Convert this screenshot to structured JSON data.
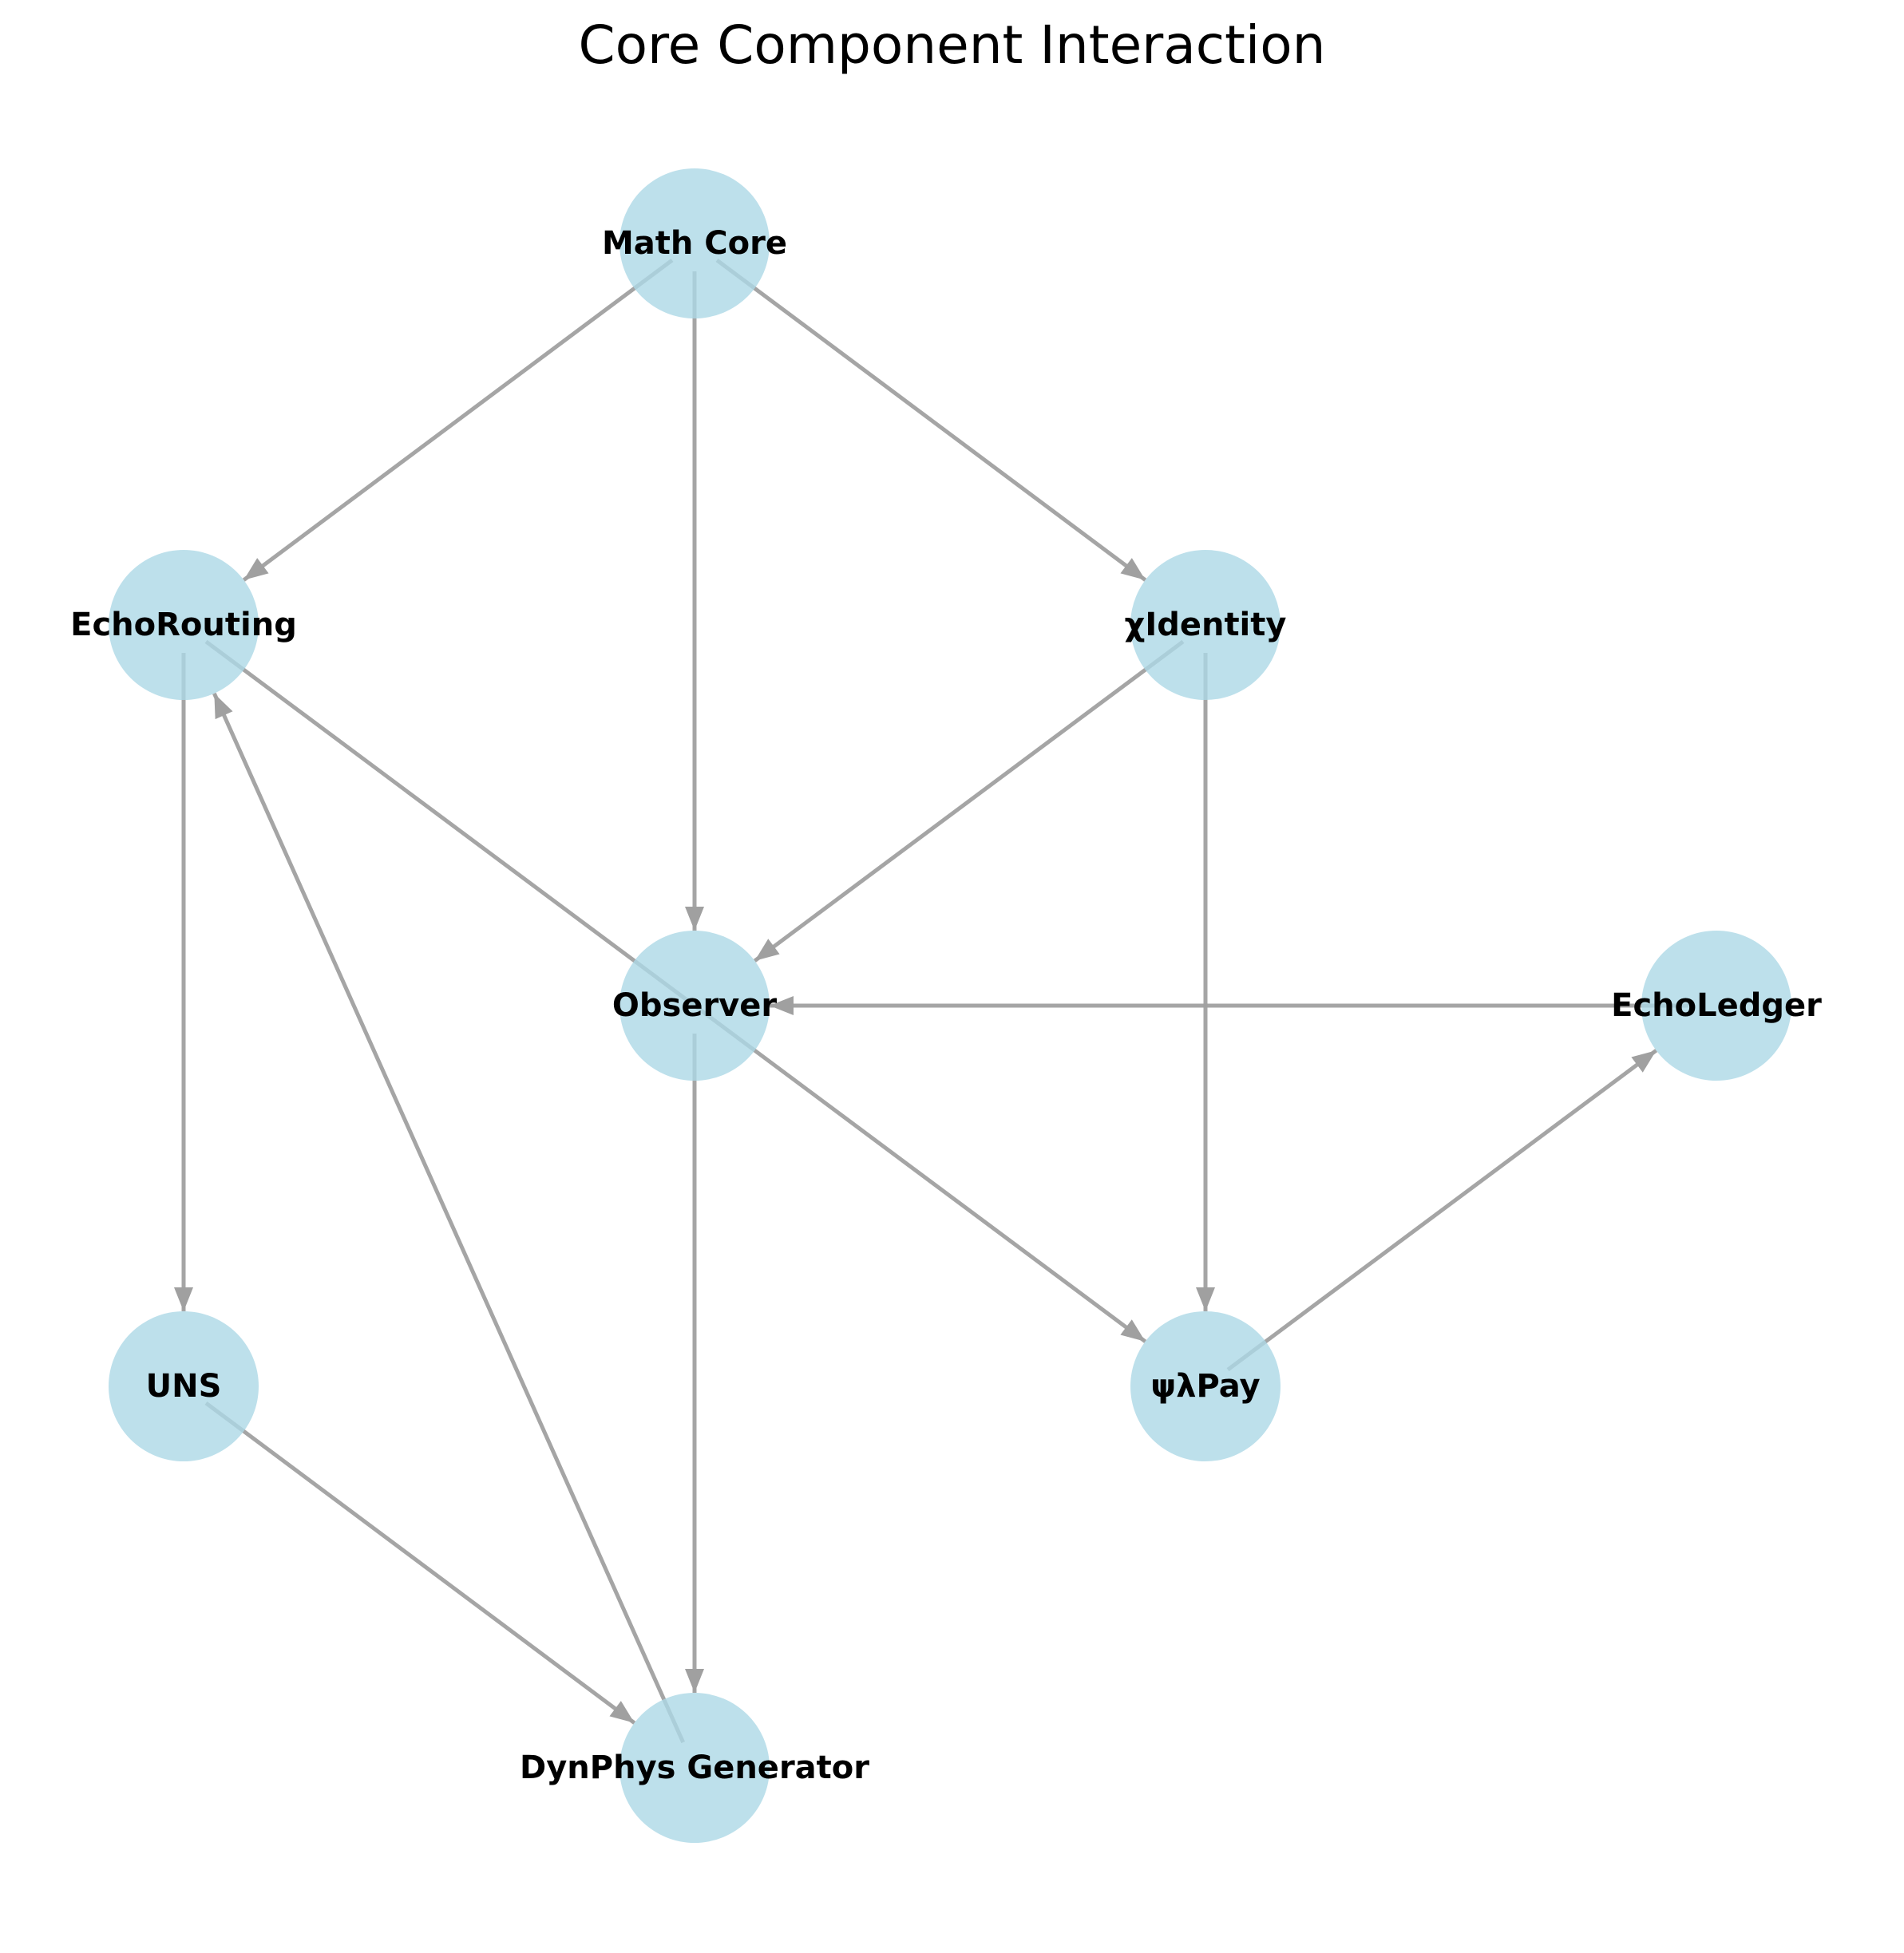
{
  "title": "Core Component Interaction",
  "colors": {
    "node_fill": "#add8e6",
    "edge": "#a0a0a0",
    "label": "#000000"
  },
  "nodes": [
    {
      "id": "math_core",
      "label": "Math Core"
    },
    {
      "id": "echo_routing",
      "label": "EchoRouting"
    },
    {
      "id": "chi_identity",
      "label": "χIdentity"
    },
    {
      "id": "observer",
      "label": "Observer"
    },
    {
      "id": "echo_ledger",
      "label": "EchoLedger"
    },
    {
      "id": "uns",
      "label": "UNS"
    },
    {
      "id": "psi_lambda_pay",
      "label": "ψλPay"
    },
    {
      "id": "dynphys",
      "label": "DynPhys Generator"
    }
  ],
  "edges": [
    {
      "from": "math_core",
      "to": "echo_routing"
    },
    {
      "from": "math_core",
      "to": "observer"
    },
    {
      "from": "math_core",
      "to": "chi_identity"
    },
    {
      "from": "echo_routing",
      "to": "uns"
    },
    {
      "from": "echo_routing",
      "to": "psi_lambda_pay"
    },
    {
      "from": "chi_identity",
      "to": "observer"
    },
    {
      "from": "chi_identity",
      "to": "psi_lambda_pay"
    },
    {
      "from": "observer",
      "to": "dynphys"
    },
    {
      "from": "echo_ledger",
      "to": "observer"
    },
    {
      "from": "uns",
      "to": "dynphys"
    },
    {
      "from": "dynphys",
      "to": "echo_routing"
    },
    {
      "from": "psi_lambda_pay",
      "to": "echo_ledger"
    }
  ]
}
